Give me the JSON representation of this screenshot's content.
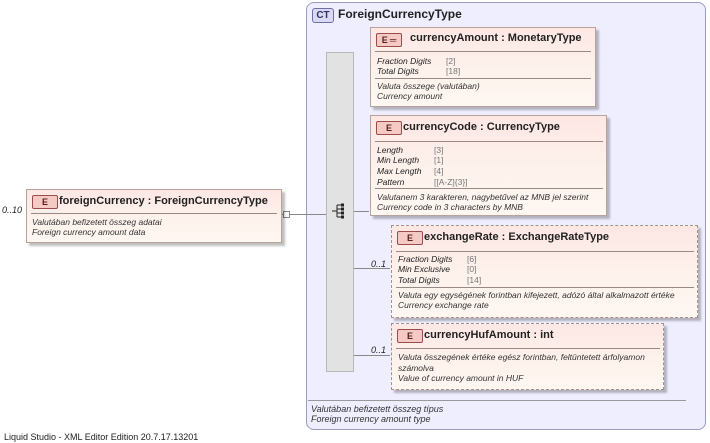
{
  "root_element": {
    "badge": "E",
    "title": "foreignCurrency : ForeignCurrencyType",
    "cardinality": "0..10",
    "doc": [
      "Valutában befizetett összeg adatai",
      "Foreign currency amount data"
    ]
  },
  "complex_type": {
    "badge": "CT",
    "title": "ForeignCurrencyType",
    "doc": [
      "Valutában befizetett összeg típus",
      "Foreign currency amount type"
    ]
  },
  "children": [
    {
      "badge": "E",
      "title": "currencyAmount : MonetaryType",
      "facets": [
        {
          "name": "Fraction Digits",
          "value": "[2]"
        },
        {
          "name": "Total Digits",
          "value": "[18]"
        }
      ],
      "doc": [
        "Valuta összege (valutában)",
        "Currency amount"
      ]
    },
    {
      "badge": "E",
      "title": "currencyCode : CurrencyType",
      "facets": [
        {
          "name": "Length",
          "value": "[3]"
        },
        {
          "name": "Min Length",
          "value": "[1]"
        },
        {
          "name": "Max Length",
          "value": "[4]"
        },
        {
          "name": "Pattern",
          "value": "[[A-Z]{3}]"
        }
      ],
      "doc": [
        "Valutanem 3 karakteren, nagybetűvel az MNB jel szerint",
        "Currency code in 3 characters by MNB"
      ]
    },
    {
      "badge": "E",
      "title": "exchangeRate : ExchangeRateType",
      "cardinality": "0..1",
      "facets": [
        {
          "name": "Fraction Digits",
          "value": "[6]"
        },
        {
          "name": "Min Exclusive",
          "value": "[0]"
        },
        {
          "name": "Total Digits",
          "value": "[14]"
        }
      ],
      "doc": [
        "Valuta egy egységének forintban kifejezett, adózó által alkalmazott értéke",
        "Currency exchange rate"
      ]
    },
    {
      "badge": "E",
      "title": "currencyHufAmount : int",
      "cardinality": "0..1",
      "doc": [
        "Valuta összegének értéke egész forintban, feltüntetett árfolyamon",
        "számolva",
        "Value of currency amount in HUF"
      ]
    }
  ],
  "status_bar": "Liquid Studio - XML Editor Edition 20.7.17.13201"
}
